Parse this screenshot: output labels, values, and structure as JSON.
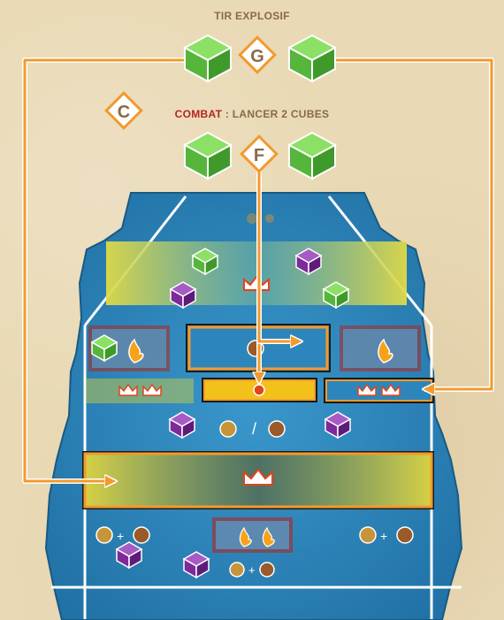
{
  "labels": {
    "tir": "TIR EXPLOSIF",
    "combat_word": "COMBAT",
    "combat_sep": " : ",
    "combat_rest": "LANCER 2 CUBES"
  },
  "markers": {
    "g": "G",
    "c": "C",
    "f": "F"
  },
  "board_icons": {
    "crown": "crown-icon",
    "flame": "flame-icon",
    "die": "die-icon",
    "plus": "+",
    "slash": "/"
  },
  "colors": {
    "background": "#e9d9b5",
    "board_blue": "#2a7fb4",
    "highlight_yellow": "#d9d23a",
    "arrow_orange": "#f29a2e",
    "green_cube": "#4caf3a",
    "purple_cube": "#7d2a9a",
    "red_panel": "#b3261e"
  }
}
